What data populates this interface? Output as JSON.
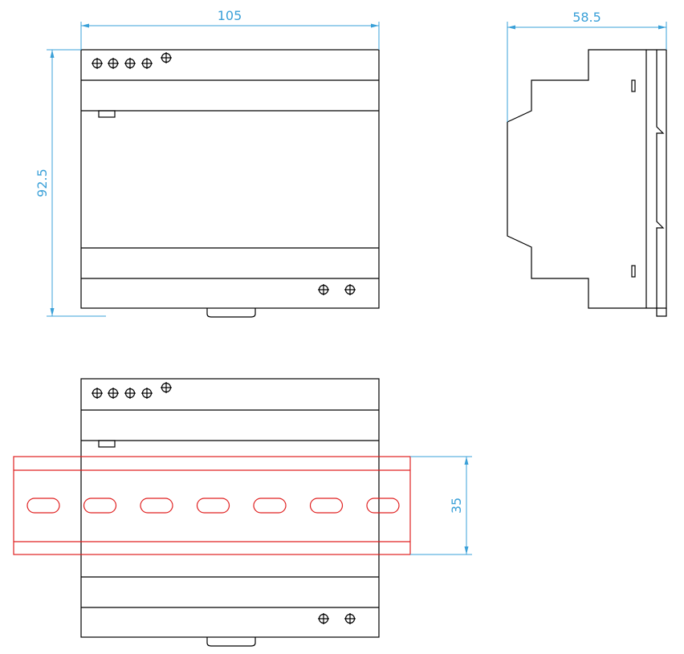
{
  "drawing": {
    "colors": {
      "outline": "#000000",
      "dimension": "#3aa0d8",
      "din_rail": "#e02020",
      "background": "#ffffff"
    },
    "icons": {
      "terminal": "terminal-screw-icon",
      "arrow": "arrowhead-icon"
    },
    "front_view": {
      "width_label": "105",
      "height_label": "92.5"
    },
    "side_view": {
      "depth_label": "58.5"
    },
    "rail_view": {
      "rail_height_label": "35",
      "rail_slot_count": 7
    }
  }
}
